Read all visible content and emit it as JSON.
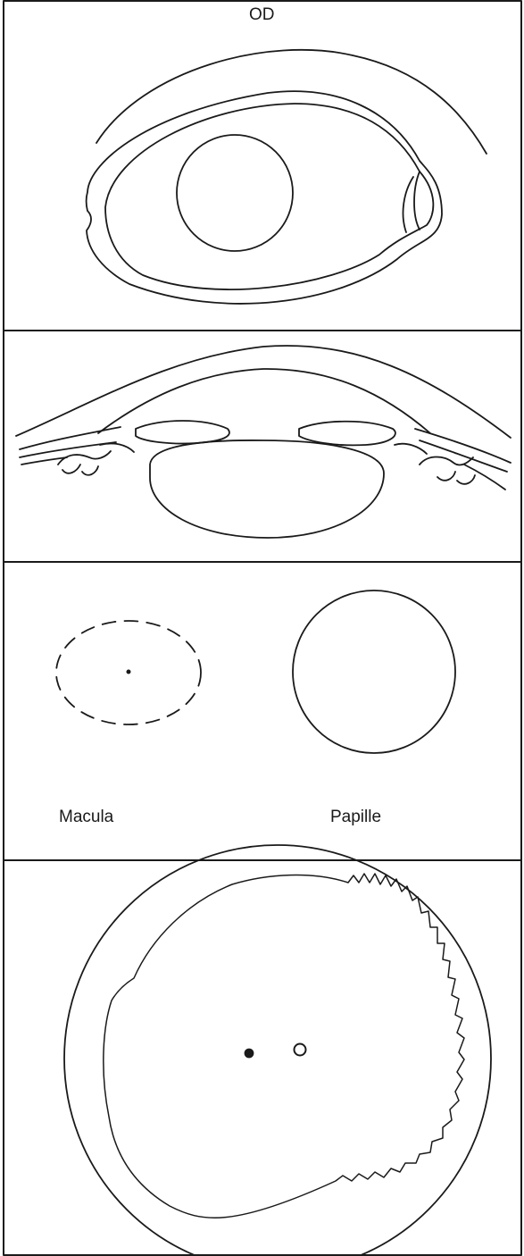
{
  "header": {
    "eye_label": "OD"
  },
  "fundus_panel": {
    "macula_label": "Macula",
    "papilla_label": "Papille"
  },
  "colors": {
    "ink": "#1a1a1a",
    "paper": "#ffffff"
  }
}
